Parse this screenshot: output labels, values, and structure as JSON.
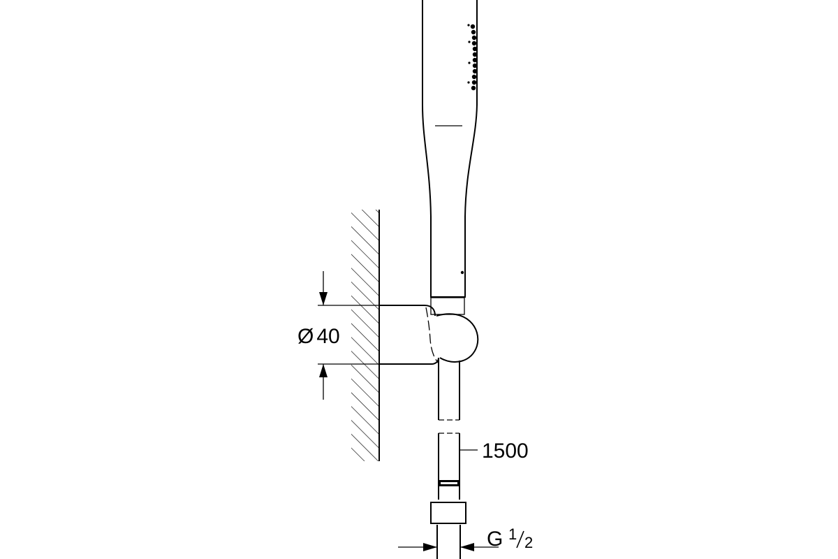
{
  "labels": {
    "diameter_symbol": "Ø",
    "diameter_value": "40",
    "hose_length": "1500",
    "thread_prefix": "G",
    "thread_num": "1",
    "thread_den": "2"
  }
}
